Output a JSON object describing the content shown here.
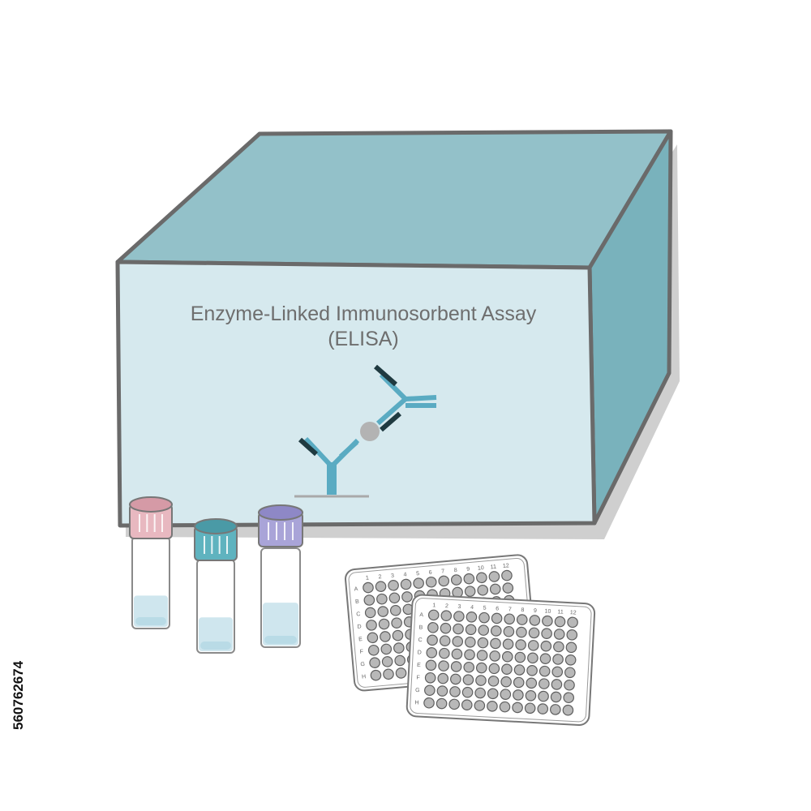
{
  "box": {
    "title_line1": "Enzyme-Linked Immunosorbent Assay",
    "title_line2": "(ELISA)",
    "colors": {
      "front": "#d6e9ee",
      "top": "#93c1c9",
      "side": "#79b2bc",
      "outline": "#6a6a6a",
      "shadow": "#cfcfcf"
    }
  },
  "antibody_icon": {
    "name": "antibody-antigen-icon",
    "colors": {
      "antibody": "#5aabc2",
      "light_chain": "#1f3a40",
      "antigen": "#b3b3b3",
      "surface": "#a9a9a9"
    }
  },
  "vials": [
    {
      "name": "vial-pink-cap",
      "cap_color": "#e8b8c0",
      "cap_rim": "#d59aa6",
      "liquid_level": 0.36
    },
    {
      "name": "vial-teal-cap",
      "cap_color": "#5fb3bf",
      "cap_rim": "#4a9aa6",
      "liquid_level": 0.38
    },
    {
      "name": "vial-purple-cap",
      "cap_color": "#a9a4d8",
      "cap_rim": "#8e88c6",
      "liquid_level": 0.45
    }
  ],
  "plates": {
    "columns": [
      "1",
      "2",
      "3",
      "4",
      "5",
      "6",
      "7",
      "8",
      "9",
      "10",
      "11",
      "12"
    ],
    "rows": [
      "A",
      "B",
      "C",
      "D",
      "E",
      "F",
      "G",
      "H"
    ],
    "well_color": "#b8b8b8",
    "count": 2
  },
  "watermark": {
    "stock_id": "560762674"
  }
}
